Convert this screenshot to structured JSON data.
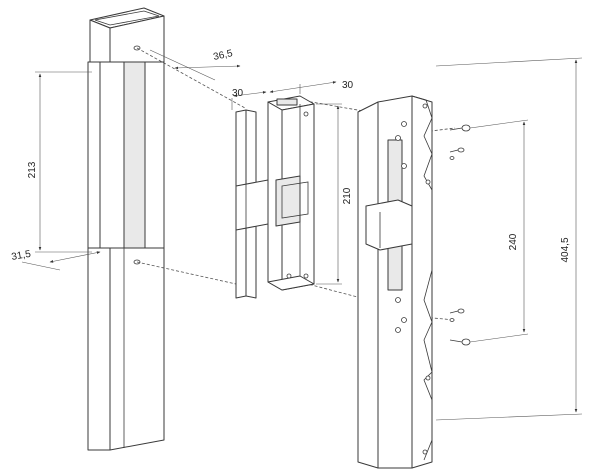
{
  "dimensions": {
    "post_offset": "36,5",
    "strike_width_a": "30",
    "strike_depth_b": "30",
    "post_height": "213",
    "post_depth": "31,5",
    "strike_height": "210",
    "screw_spacing": "240",
    "plate_length": "404,5"
  },
  "icons": [
    "arrowhead-icon",
    "screw-icon",
    "hole-icon"
  ]
}
